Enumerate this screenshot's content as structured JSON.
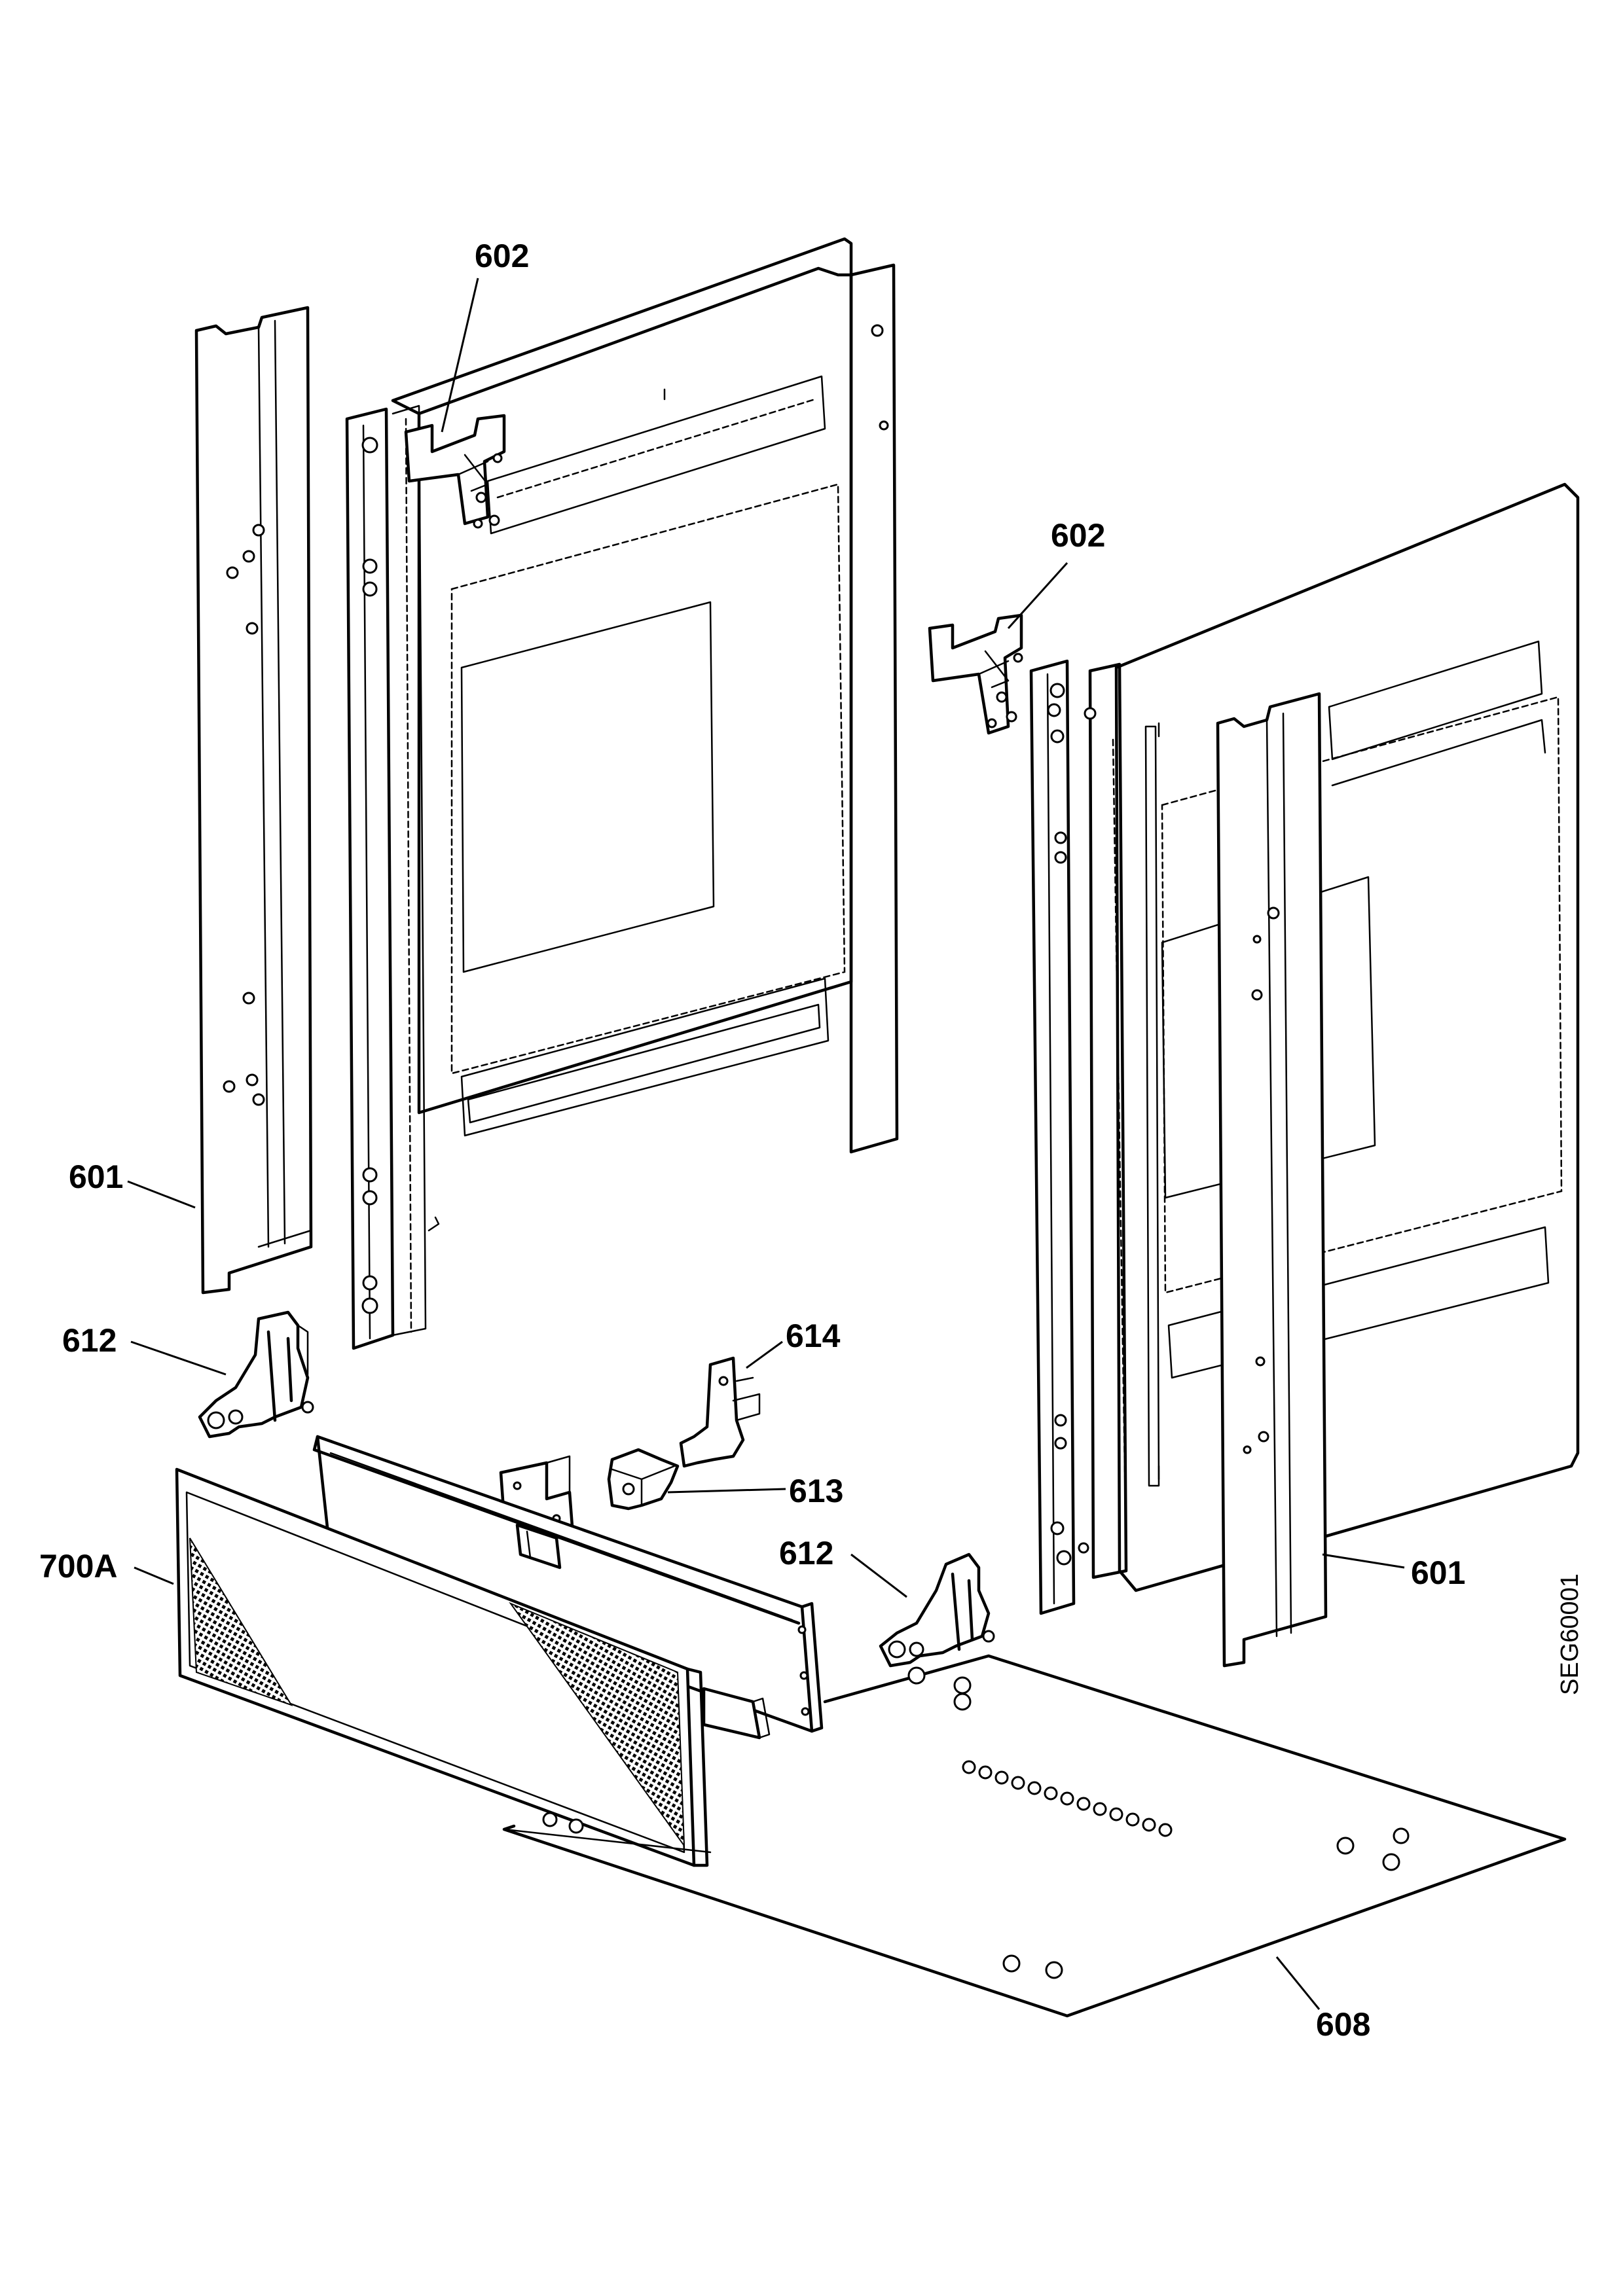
{
  "diagram": {
    "part_labels": {
      "p602_top": "602",
      "p602_right": "602",
      "p601_left": "601",
      "p601_right": "601",
      "p612_left": "612",
      "p612_right": "612",
      "p614": "614",
      "p613": "613",
      "p700A": "700A",
      "p608": "608"
    },
    "drawing_code": "SEG60001"
  }
}
